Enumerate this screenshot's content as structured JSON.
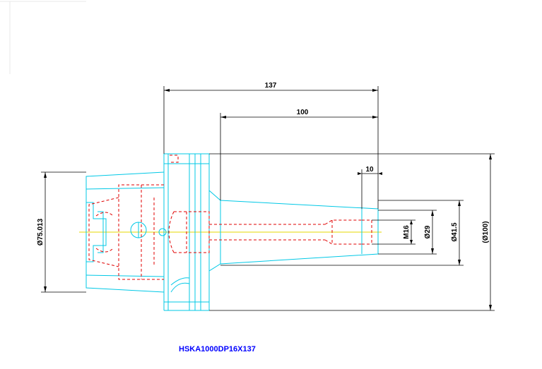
{
  "drawing": {
    "part_number": "HSKA1000DP16X137",
    "dimensions": {
      "overall_length": "137",
      "projection_length": "100",
      "nose_length": "10",
      "flange_diameter": "Ø75.013",
      "thread": "M16",
      "bore_diameter": "Ø29",
      "nose_diameter": "Ø41.5",
      "collar_diameter": "(Ø100)"
    },
    "colors": {
      "outline": "#00c8e6",
      "hidden": "#e00000",
      "centerline": "#e6d800",
      "dimension": "#000000",
      "title": "#0000ff"
    }
  }
}
